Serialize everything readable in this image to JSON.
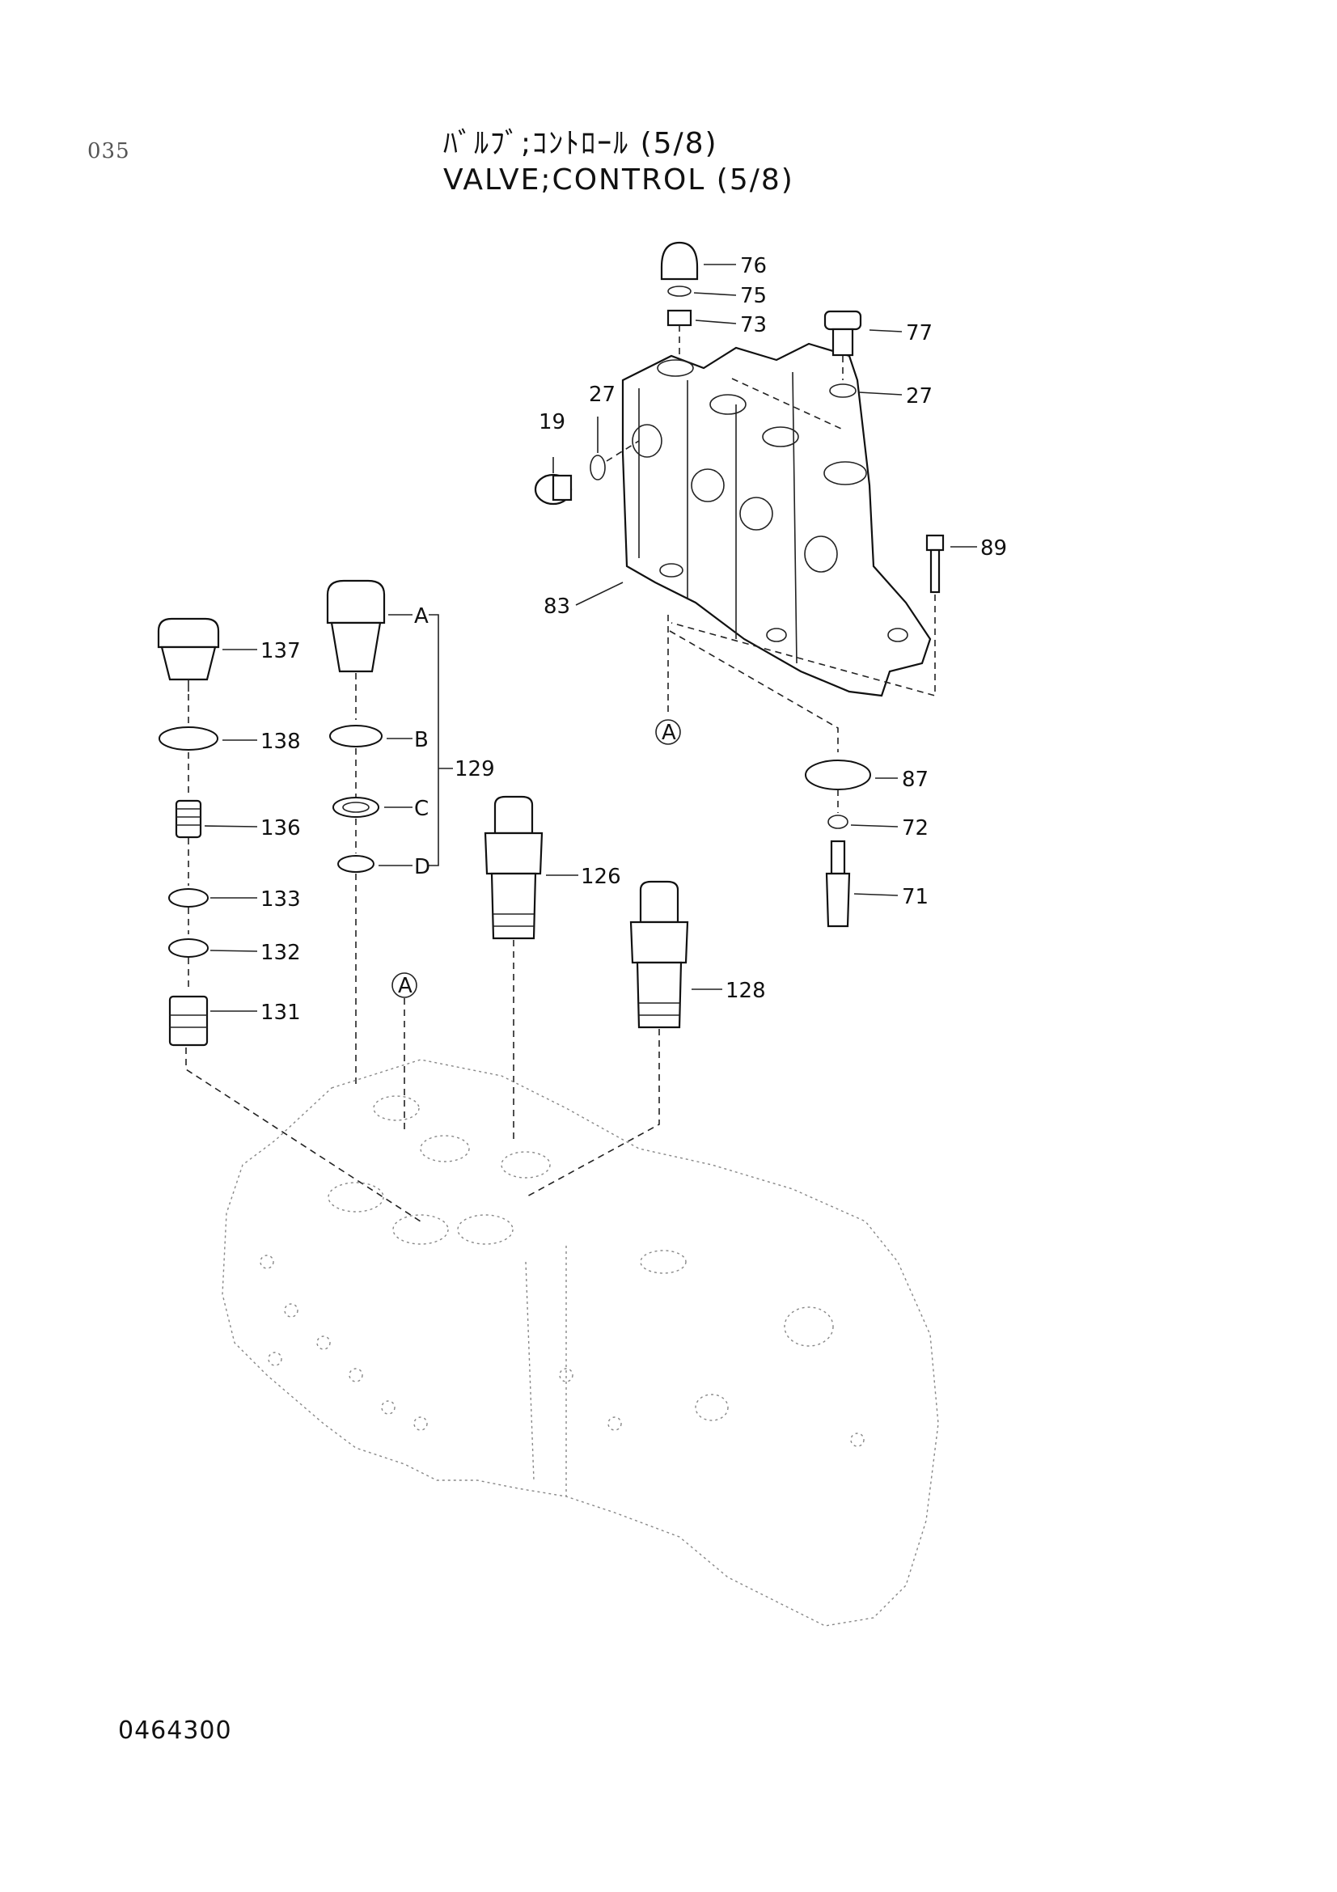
{
  "header": {
    "page_number": "035",
    "title_jp": "ﾊﾞﾙﾌﾞ;ｺﾝﾄﾛｰﾙ (5/8)",
    "title_en": "VALVE;CONTROL (5/8)"
  },
  "footer": {
    "document_code": "0464300"
  },
  "callouts": {
    "p76": "76",
    "p75": "75",
    "p73": "73",
    "p77": "77",
    "p27a": "27",
    "p27b": "27",
    "p19": "19",
    "p89": "89",
    "p83": "83",
    "ref_a_top": "A",
    "p87": "87",
    "p72": "72",
    "p71": "71",
    "p137": "137",
    "p138": "138",
    "p136": "136",
    "p133": "133",
    "p132": "132",
    "p131": "131",
    "sub_a": "A",
    "sub_b": "B",
    "sub_c": "C",
    "sub_d": "D",
    "p129": "129",
    "p126": "126",
    "p128": "128",
    "ref_a_bottom": "A"
  }
}
